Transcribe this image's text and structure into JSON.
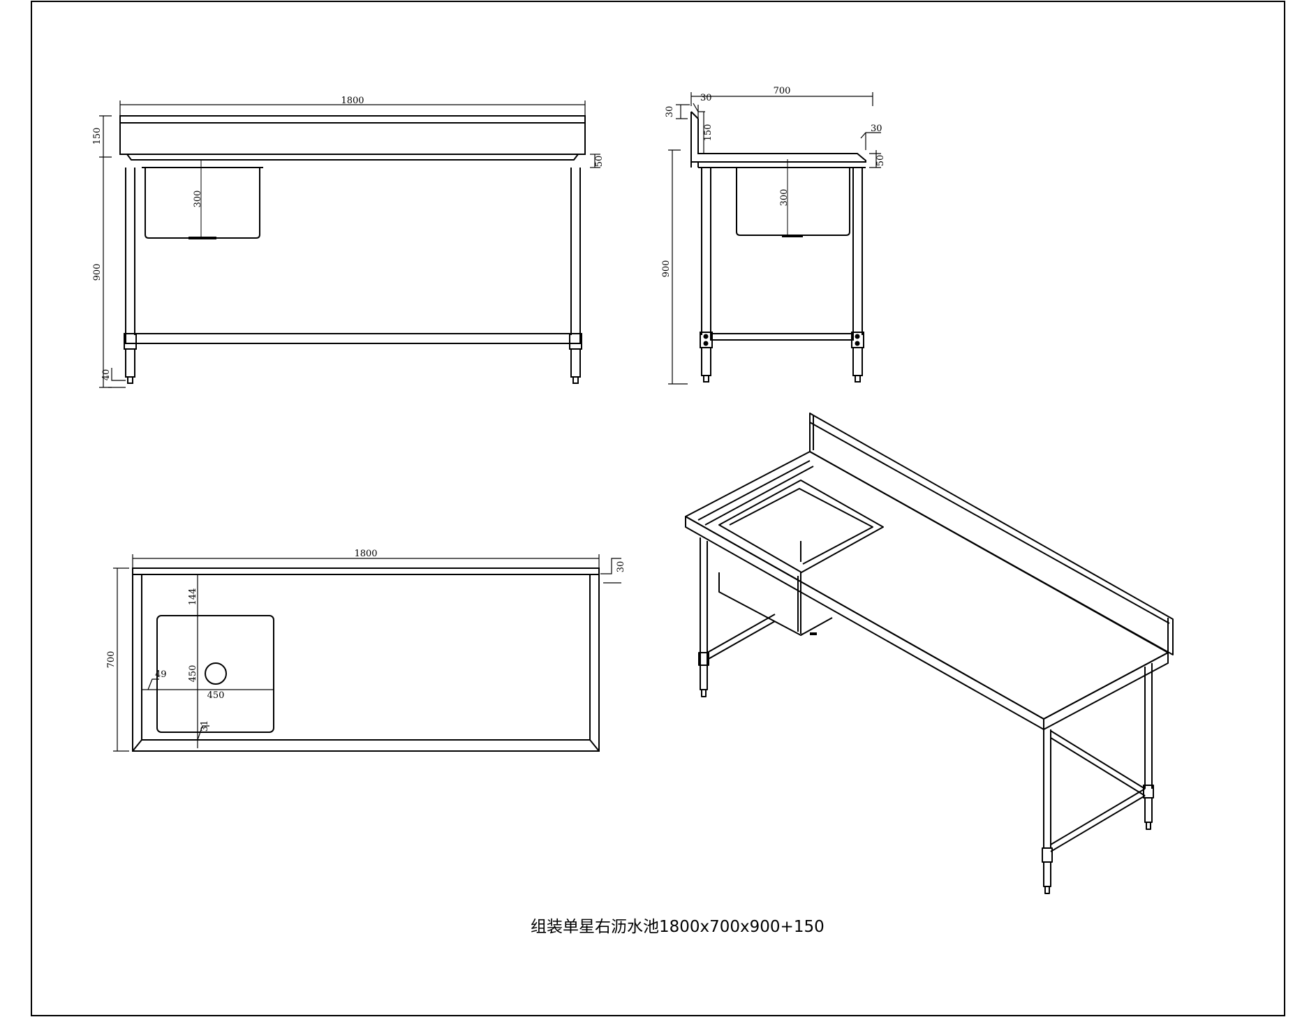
{
  "caption": "组装单星右沥水池1800x700x900+150",
  "front_view": {
    "length": "1800",
    "backsplash": "150",
    "top_thickness": "50",
    "bowl_depth": "300",
    "height": "900",
    "foot": "40"
  },
  "side_view": {
    "depth": "700",
    "upstand_top": "30",
    "upstand_height": "150",
    "front_lip": "30",
    "top_thickness": "50",
    "bowl_depth": "300",
    "height": "900"
  },
  "top_view": {
    "length": "1800",
    "rear_lip": "30",
    "depth": "700",
    "bowl_offset": "144",
    "bowl_size_v": "450",
    "bowl_size_h": "450",
    "side_offset": "49",
    "front_offset": "31"
  }
}
